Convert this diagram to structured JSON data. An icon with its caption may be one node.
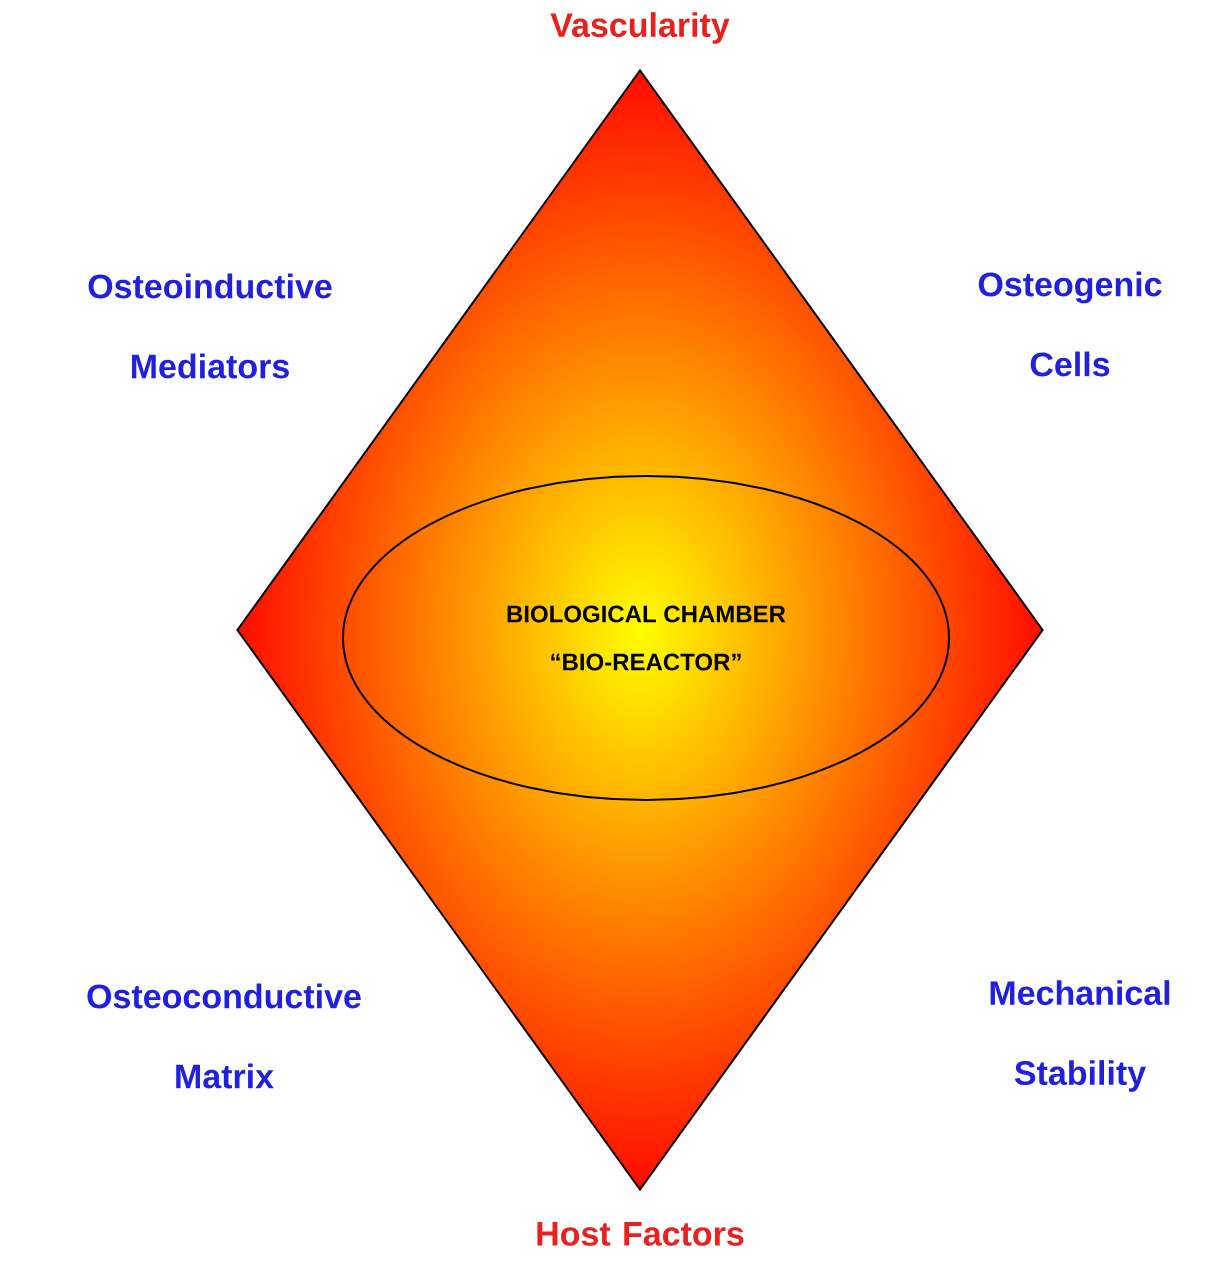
{
  "diagram": {
    "nodes": [
      {
        "text": [],
        "shape": "diamond"
      },
      {
        "text": [
          "BIOLOGICAL CHAMBER",
          "“BIO-REACTOR”"
        ],
        "in": 0
      }
    ],
    "labels": [
      "Vascularity",
      "Osteoinductive Mediators",
      "Osteogenic Cells",
      "Osteoconductive Matrix",
      "Mechanical Stability",
      "Host Factors"
    ]
  }
}
